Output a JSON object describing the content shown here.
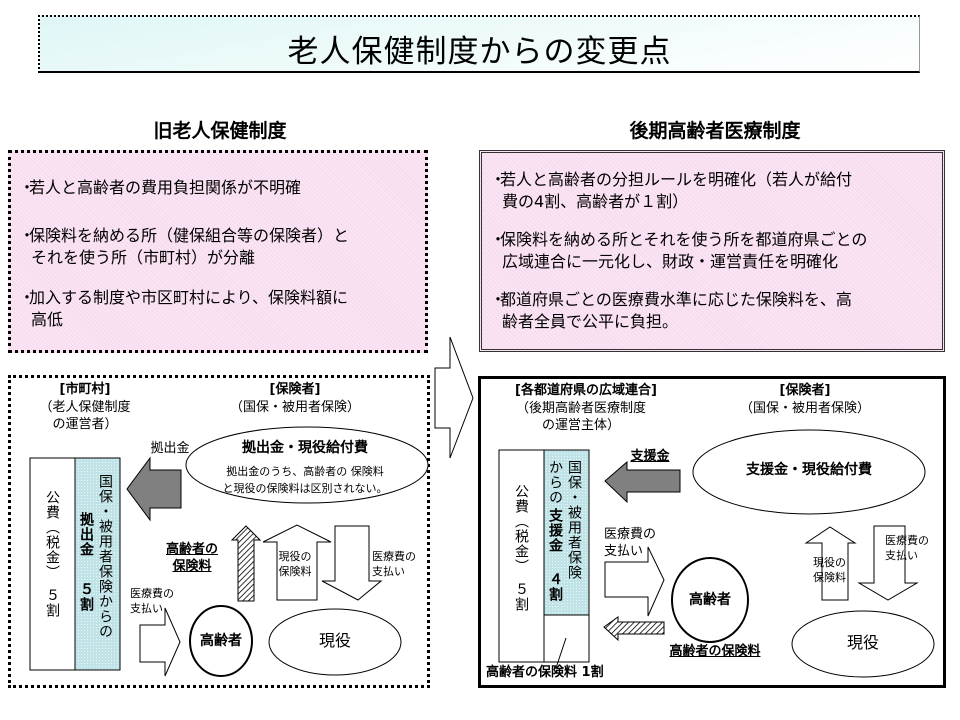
{
  "title": "老人保健制度からの変更点",
  "colors": {
    "pink_box": "#f8dcf0",
    "cyan_column": "#bfe3e6",
    "title_bg": "#dff6f6",
    "gray_arrow": "#808080"
  },
  "old_system": {
    "heading": "旧老人保健制度",
    "bullets": [
      {
        "lines": [
          "若人と高齢者の費用負担関係が不明確"
        ]
      },
      {
        "lines": [
          "保険料を納める所（健保組合等の保険者）と",
          "それを使う所（市町村）が分離"
        ]
      },
      {
        "lines": [
          "加入する制度や市区町村により、保険料額に",
          "高低"
        ]
      }
    ],
    "diagram": {
      "municipality_label": "[市町村]",
      "municipality_sub": [
        "（老人保健制度",
        "の運営者）"
      ],
      "insurer_label": "[保険者]",
      "insurer_sub": "（国保・被用者保険）",
      "public_funds_column": "公費（税金）　５割",
      "contribution_column": "国保・被用者保険からの",
      "contribution_bold": "拠出金",
      "contribution_ratio": "５割",
      "contribution_arrow_label": "拠出金",
      "ellipse_title": "拠出金・現役給付費",
      "ellipse_note": [
        "拠出金のうち、高齢者の 保険料",
        "と現役の保険料は区別されない。"
      ],
      "elderly_premium_label": [
        "高齢者の",
        "保険料"
      ],
      "worker_premium_label": [
        "現役の",
        "保険料"
      ],
      "medical_payment_label": [
        "医療費の",
        "支払い"
      ],
      "medical_payment_label_2": [
        "医療費の",
        "支払い"
      ],
      "elderly_node": "高齢者",
      "worker_node": "現役"
    }
  },
  "new_system": {
    "heading": "後期高齢者医療制度",
    "bullets": [
      {
        "lines": [
          "若人と高齢者の分担ルールを明確化（若人が給付",
          "費の4割、高齢者が１割）"
        ]
      },
      {
        "lines": [
          "保険料を納める所とそれを使う所を都道府県ごとの",
          "広域連合に一元化し、財政・運営責任を明確化"
        ]
      },
      {
        "lines": [
          "都道府県ごとの医療費水準に応じた保険料を、高",
          "齢者全員で公平に負担。"
        ]
      }
    ],
    "diagram": {
      "union_label": "[各都道府県の広域連合]",
      "union_sub": [
        "（後期高齢者医療制度",
        "の運営主体）"
      ],
      "insurer_label": "[保険者]",
      "insurer_sub": "（国保・被用者保険）",
      "public_funds_column": "公費（税金）　５割",
      "support_column_a": "国保・被用者保険",
      "support_column_b": "からの",
      "support_bold": "支援金",
      "support_ratio": "４割",
      "support_arrow_label": "支援金",
      "ellipse_title": "支援金・現役給付費",
      "medical_payment_label": [
        "医療費の",
        "支払い"
      ],
      "medical_payment_label_2": [
        "医療費の",
        "支払い"
      ],
      "worker_premium_label": [
        "現役の",
        "保険料"
      ],
      "elderly_node": "高齢者",
      "worker_node": "現役",
      "elderly_premium_arrow_label": "高齢者の保険料",
      "elderly_premium_share": "高齢者の保険料 1割"
    }
  },
  "bullet_glyph": "・"
}
